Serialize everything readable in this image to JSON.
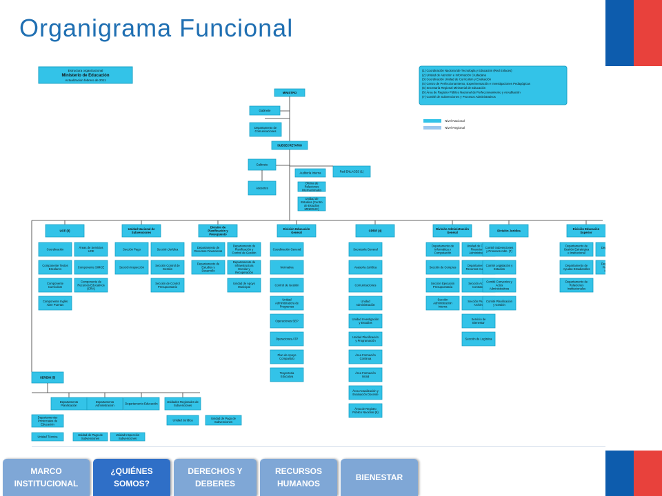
{
  "page": {
    "title": "Organigrama Funcional"
  },
  "brand": {
    "blue": "#0d5cad",
    "red": "#e8413c",
    "box": "#33c3e8",
    "box_border": "#1aa0c4"
  },
  "org": {
    "header_lines": [
      "Estructura organizacional",
      "Ministerio de Educación",
      "Actualización febrero de 2011"
    ],
    "notes": [
      "(1)   Coordinación Nacional de Tecnología y Educación (Red Enlaces)",
      "(2)   Unidad de Atención e Información Ciudadana",
      "(3)   Coordinación Unidad de Curriculum y Evaluación",
      "(4)   Centro de Perfeccionamiento, Experimentación e Investigaciones Pedagógicas",
      "(5)   Secretaría Regional Ministerial de Educación",
      "(6)   Área de Registro Público Nacional de Perfeccionamiento y Acreditación",
      "(7)   Comité de Subvenciones y Procesos Administrativos"
    ],
    "legend": [
      "Nivel Nacional",
      "Nivel Regional"
    ],
    "ministro": "MINISTRO",
    "gabinete": "Gabinete",
    "dep_comunicaciones": "Departamento de Comunicaciones",
    "subsecretario": "SUBSECRETARIO",
    "gabinete_sub": "Gabinete",
    "asesores": "Asesores",
    "auditoria": "Auditoría Interna",
    "oficina_relaciones": "Oficina de Relaciones Internacionales",
    "unidad_estudios": "Unidad de Estudios (Centro de Estudios MINEDUC)",
    "red_enlaces": "Red ENLACES (1)",
    "divisions": [
      {
        "name": "UCE (3)",
        "items": [
          "Coordinación",
          "Componente Textos Escolares",
          "Componente Currículum",
          "Componente Inglés Abre Puertas"
        ],
        "items2": [
          "Áreas de Servicios UCE",
          "Componente SIMCE",
          "Componente de Recursos Educativos (CRA)"
        ]
      },
      {
        "name": "Unidad Nacional de Subvenciones",
        "items": [
          "Sección Pago",
          "Sección Inspección"
        ],
        "items2": [
          "Sección Jurídica",
          "Sección Control de Gestión",
          "Sección de Control Presupuestario"
        ]
      },
      {
        "name": "División de Planificación y Presupuesto",
        "items": [
          "Departamento de Recursos Financieros",
          "Departamento de Estudios y Desarrollo"
        ],
        "items2": [
          "Departamento de Planificación y Control de Gestión",
          "Departamento de Infraestructura Escolar y Recuperación",
          "Unidad de Apoyo Municipal"
        ]
      },
      {
        "name": "División Educación General",
        "items": [
          "Coordinación General",
          "Normativa",
          "Control de Gestión",
          "Unidad Administradora de Programas",
          "Operaciones SEP",
          "Operaciones ATP",
          "Plan de Apoyo Compartido",
          "Trayectoria Educativa"
        ]
      },
      {
        "name": "CPEIP (4)",
        "items": [
          "Secretaría General",
          "Asesoría Jurídica",
          "Comunicaciones",
          "Unidad Administración",
          "Unidad Investigación y Estudios",
          "Unidad Planificación y Programación",
          "Área Formación Continua",
          "Área Formación Inicial",
          "Área Actualización y Evaluación Docente",
          "Área de Registro Público Nacional (6)"
        ]
      },
      {
        "name": "División Administración General",
        "items": [
          "Departamento de Informática y Computación",
          "Sección de Compras",
          "Sección Ejecución Presupuestaria",
          "Sección Administración Interna"
        ],
        "items2": [
          "Unidad de Control Financiero y Administración",
          "Departamento de Recursos Humanos",
          "Sección Actas y Contratos",
          "Sección Partes y Archivo",
          "Servicio de Bienestar",
          "Sección de Logística"
        ]
      },
      {
        "name": "División Jurídica",
        "items": [
          "Comité Subvenciones y Procesos Adm. (7)",
          "Comité Legislación y Estudios",
          "Comité Convenios y Actos Administrativos",
          "Comité Planificación y Gestión"
        ]
      },
      {
        "name": "División Educación Superior",
        "items": [
          "Departamento de Gestión Estratégica e Institucional",
          "Departamento de Ayudas Estudiantiles",
          "Departamento de Relaciones Institucionales"
        ],
        "items2": [
          "Departamento de Jurídica",
          "Departamento de Financiamiento Instituciones"
        ]
      }
    ],
    "seremi": "SEREMI (5)",
    "regional": [
      "Departamento Planificación",
      "Departamento Administración",
      "Departamento Educación",
      "Unidades Regionales de Subvenciones"
    ],
    "regional_sub": [
      "Departamentos Provinciales de Educación",
      "Unidad Técnica",
      "Unidad de Pago de Subvenciones",
      "Unidad Inspección Subvenciones",
      "Unidad Jurídica",
      "Unidad de Pago de Subvenciones"
    ]
  },
  "tabs": [
    {
      "label": "MARCO INSTITUCIONAL"
    },
    {
      "label": "¿QUIÉNES SOMOS?"
    },
    {
      "label": "DERECHOS Y DEBERES"
    },
    {
      "label": "RECURSOS HUMANOS"
    },
    {
      "label": "BIENESTAR"
    }
  ]
}
